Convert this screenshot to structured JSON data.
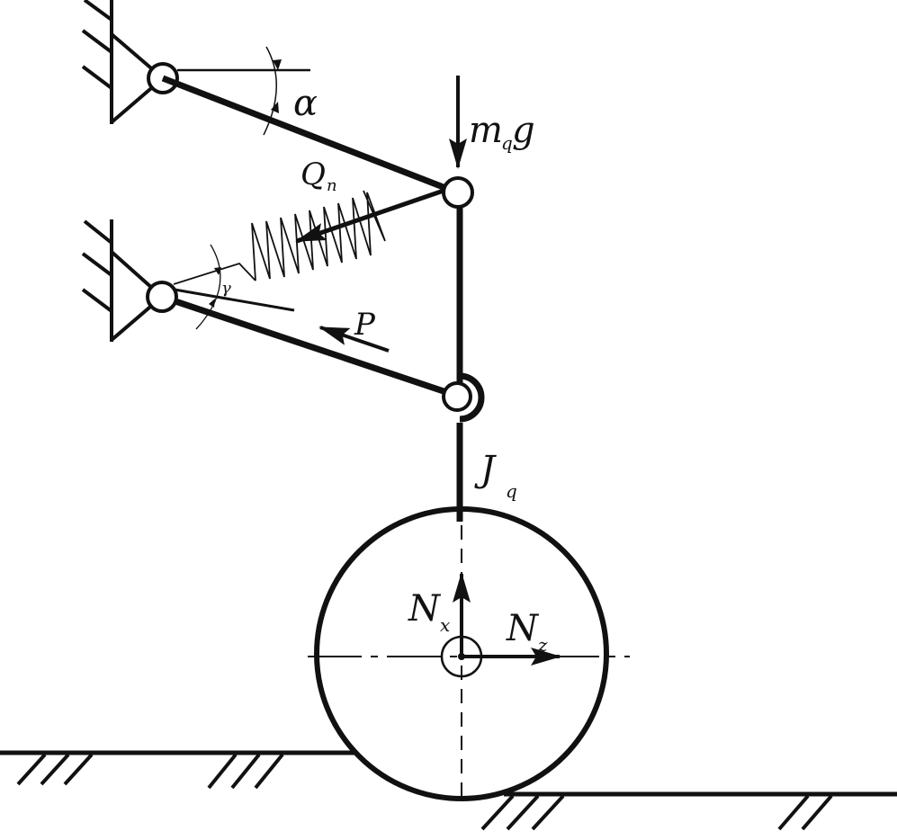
{
  "diagram": {
    "labels": {
      "alpha": "α",
      "mass_m": "m",
      "mass_q": "q",
      "mass_g": "g",
      "spring_Q": "Q",
      "spring_n": "n",
      "gamma": "γ",
      "force_P": "P",
      "inertia_J": "J",
      "inertia_q": "q",
      "normal_N1": "N",
      "normal_x": "x",
      "normal_N2": "N",
      "normal_z": "z"
    },
    "colors": {
      "ink": "#111111",
      "background": "#ffffff"
    }
  }
}
